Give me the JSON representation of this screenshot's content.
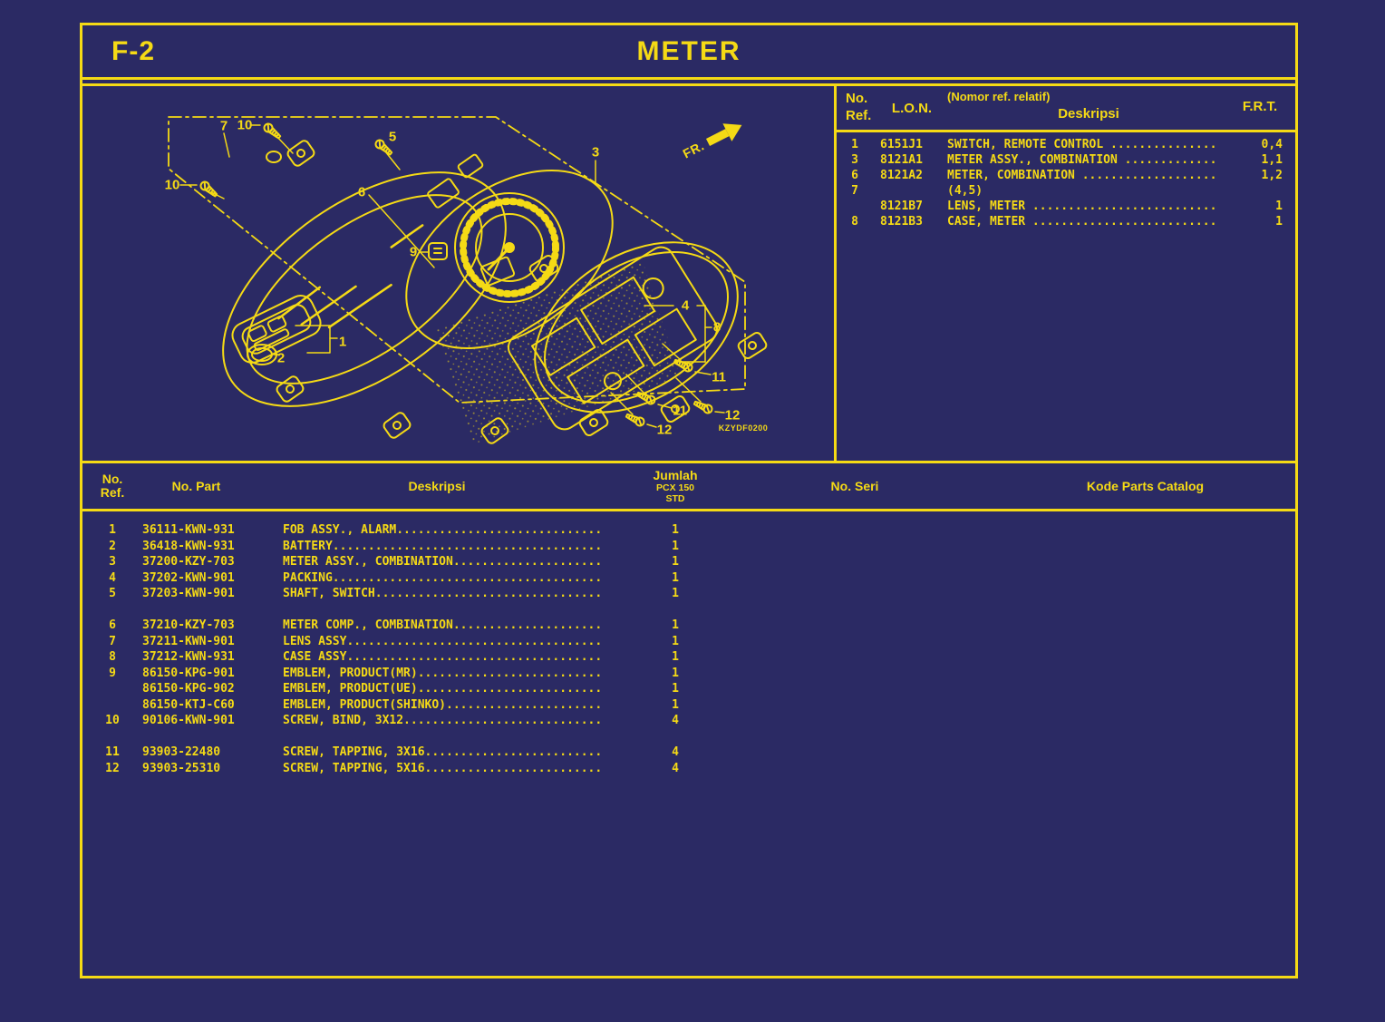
{
  "page": {
    "section_code": "F-2",
    "title": "METER",
    "fr_indicator": "FR.",
    "drawing_code": "KZYDF0200"
  },
  "colors": {
    "background": "#2b2a64",
    "ink": "#f5da15"
  },
  "ref_table": {
    "header": {
      "no": "No.",
      "ref": "Ref.",
      "lon": "L.O.N.",
      "desc_note": "(Nomor ref. relatif)",
      "desc": "Deskripsi",
      "frt": "F.R.T."
    },
    "rows": [
      {
        "ref": "1",
        "lon": "6151J1",
        "desc": "SWITCH, REMOTE CONTROL ...............",
        "frt": "0,4"
      },
      {
        "ref": "3",
        "lon": "8121A1",
        "desc": "METER ASSY., COMBINATION .............",
        "frt": "1,1"
      },
      {
        "ref": "6",
        "lon": "8121A2",
        "desc": "METER, COMBINATION ...................",
        "frt": "1,2"
      },
      {
        "ref": "7",
        "lon": "",
        "desc": "(4,5)",
        "frt": ""
      },
      {
        "ref": "",
        "lon": "8121B7",
        "desc": "LENS, METER ..........................",
        "frt": "1"
      },
      {
        "ref": "8",
        "lon": "8121B3",
        "desc": "CASE, METER ..........................",
        "frt": "1"
      }
    ]
  },
  "parts_table": {
    "header": {
      "no": "No.",
      "ref": "Ref.",
      "part": "No. Part",
      "desc": "Deskripsi",
      "qty1": "Jumlah",
      "qty2": "PCX 150",
      "qty3": "STD",
      "seri": "No. Seri",
      "kode": "Kode Parts Catalog"
    },
    "rows": [
      {
        "ref": "1",
        "part": "36111-KWN-931",
        "desc": "FOB ASSY., ALARM.............................",
        "qty": "1"
      },
      {
        "ref": "2",
        "part": "36418-KWN-931",
        "desc": "BATTERY......................................",
        "qty": "1"
      },
      {
        "ref": "3",
        "part": "37200-KZY-703",
        "desc": "METER ASSY., COMBINATION.....................",
        "qty": "1"
      },
      {
        "ref": "4",
        "part": "37202-KWN-901",
        "desc": "PACKING......................................",
        "qty": "1"
      },
      {
        "ref": "5",
        "part": "37203-KWN-901",
        "desc": "SHAFT, SWITCH................................",
        "qty": "1"
      },
      {
        "ref": "",
        "part": "",
        "desc": "",
        "qty": "",
        "spacer": true
      },
      {
        "ref": "6",
        "part": "37210-KZY-703",
        "desc": "METER COMP., COMBINATION.....................",
        "qty": "1"
      },
      {
        "ref": "7",
        "part": "37211-KWN-901",
        "desc": "LENS ASSY....................................",
        "qty": "1"
      },
      {
        "ref": "8",
        "part": "37212-KWN-931",
        "desc": "CASE ASSY....................................",
        "qty": "1"
      },
      {
        "ref": "9",
        "part": "86150-KPG-901",
        "desc": "EMBLEM, PRODUCT(MR)..........................",
        "qty": "1"
      },
      {
        "ref": "",
        "part": "86150-KPG-902",
        "desc": "EMBLEM, PRODUCT(UE)..........................",
        "qty": "1"
      },
      {
        "ref": "",
        "part": "86150-KTJ-C60",
        "desc": "EMBLEM, PRODUCT(SHINKO)......................",
        "qty": "1"
      },
      {
        "ref": "10",
        "part": "90106-KWN-901",
        "desc": "SCREW, BIND, 3X12............................",
        "qty": "4"
      },
      {
        "ref": "",
        "part": "",
        "desc": "",
        "qty": "",
        "spacer": true
      },
      {
        "ref": "11",
        "part": "93903-22480",
        "desc": "SCREW, TAPPING, 3X16.........................",
        "qty": "4"
      },
      {
        "ref": "12",
        "part": "93903-25310",
        "desc": "SCREW, TAPPING, 5X16.........................",
        "qty": "4"
      }
    ]
  },
  "diagram": {
    "callouts": [
      {
        "label": "7"
      },
      {
        "label": "10"
      },
      {
        "label": "10"
      },
      {
        "label": "5"
      },
      {
        "label": "6"
      },
      {
        "label": "9"
      },
      {
        "label": "3"
      },
      {
        "label": "4"
      },
      {
        "label": "8"
      },
      {
        "label": "11"
      },
      {
        "label": "11"
      },
      {
        "label": "12"
      },
      {
        "label": "12"
      },
      {
        "label": "1"
      },
      {
        "label": "2"
      }
    ]
  }
}
